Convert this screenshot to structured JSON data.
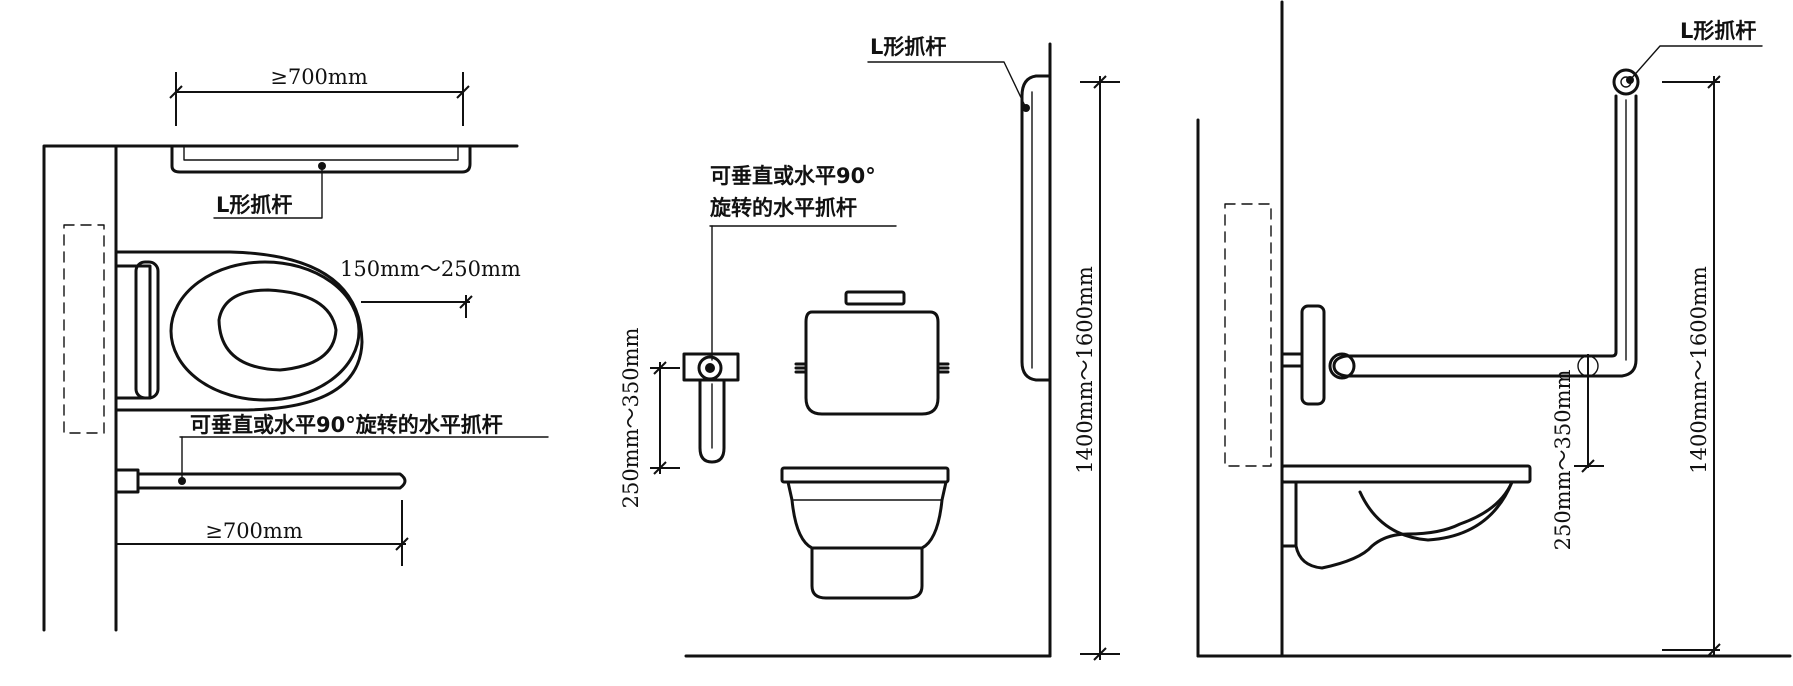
{
  "plan_view": {
    "top_dim": "≥700mm",
    "l_bar_label": "L形抓杆",
    "offset_dim": "150mm～250mm",
    "rotating_bar_label": "可垂直或水平90°旋转的水平抓杆",
    "bottom_dim": "≥700mm"
  },
  "front_view": {
    "l_bar_label": "L形抓杆",
    "rotating_bar_label_line1": "可垂直或水平90°",
    "rotating_bar_label_line2": "旋转的水平抓杆",
    "height_dim_bar": "250mm～350mm",
    "height_dim_total": "1400mm～1600mm"
  },
  "side_view": {
    "l_bar_label": "L形抓杆",
    "height_dim_total": "1400mm～1600mm",
    "height_dim_bar": "250mm～350mm"
  }
}
